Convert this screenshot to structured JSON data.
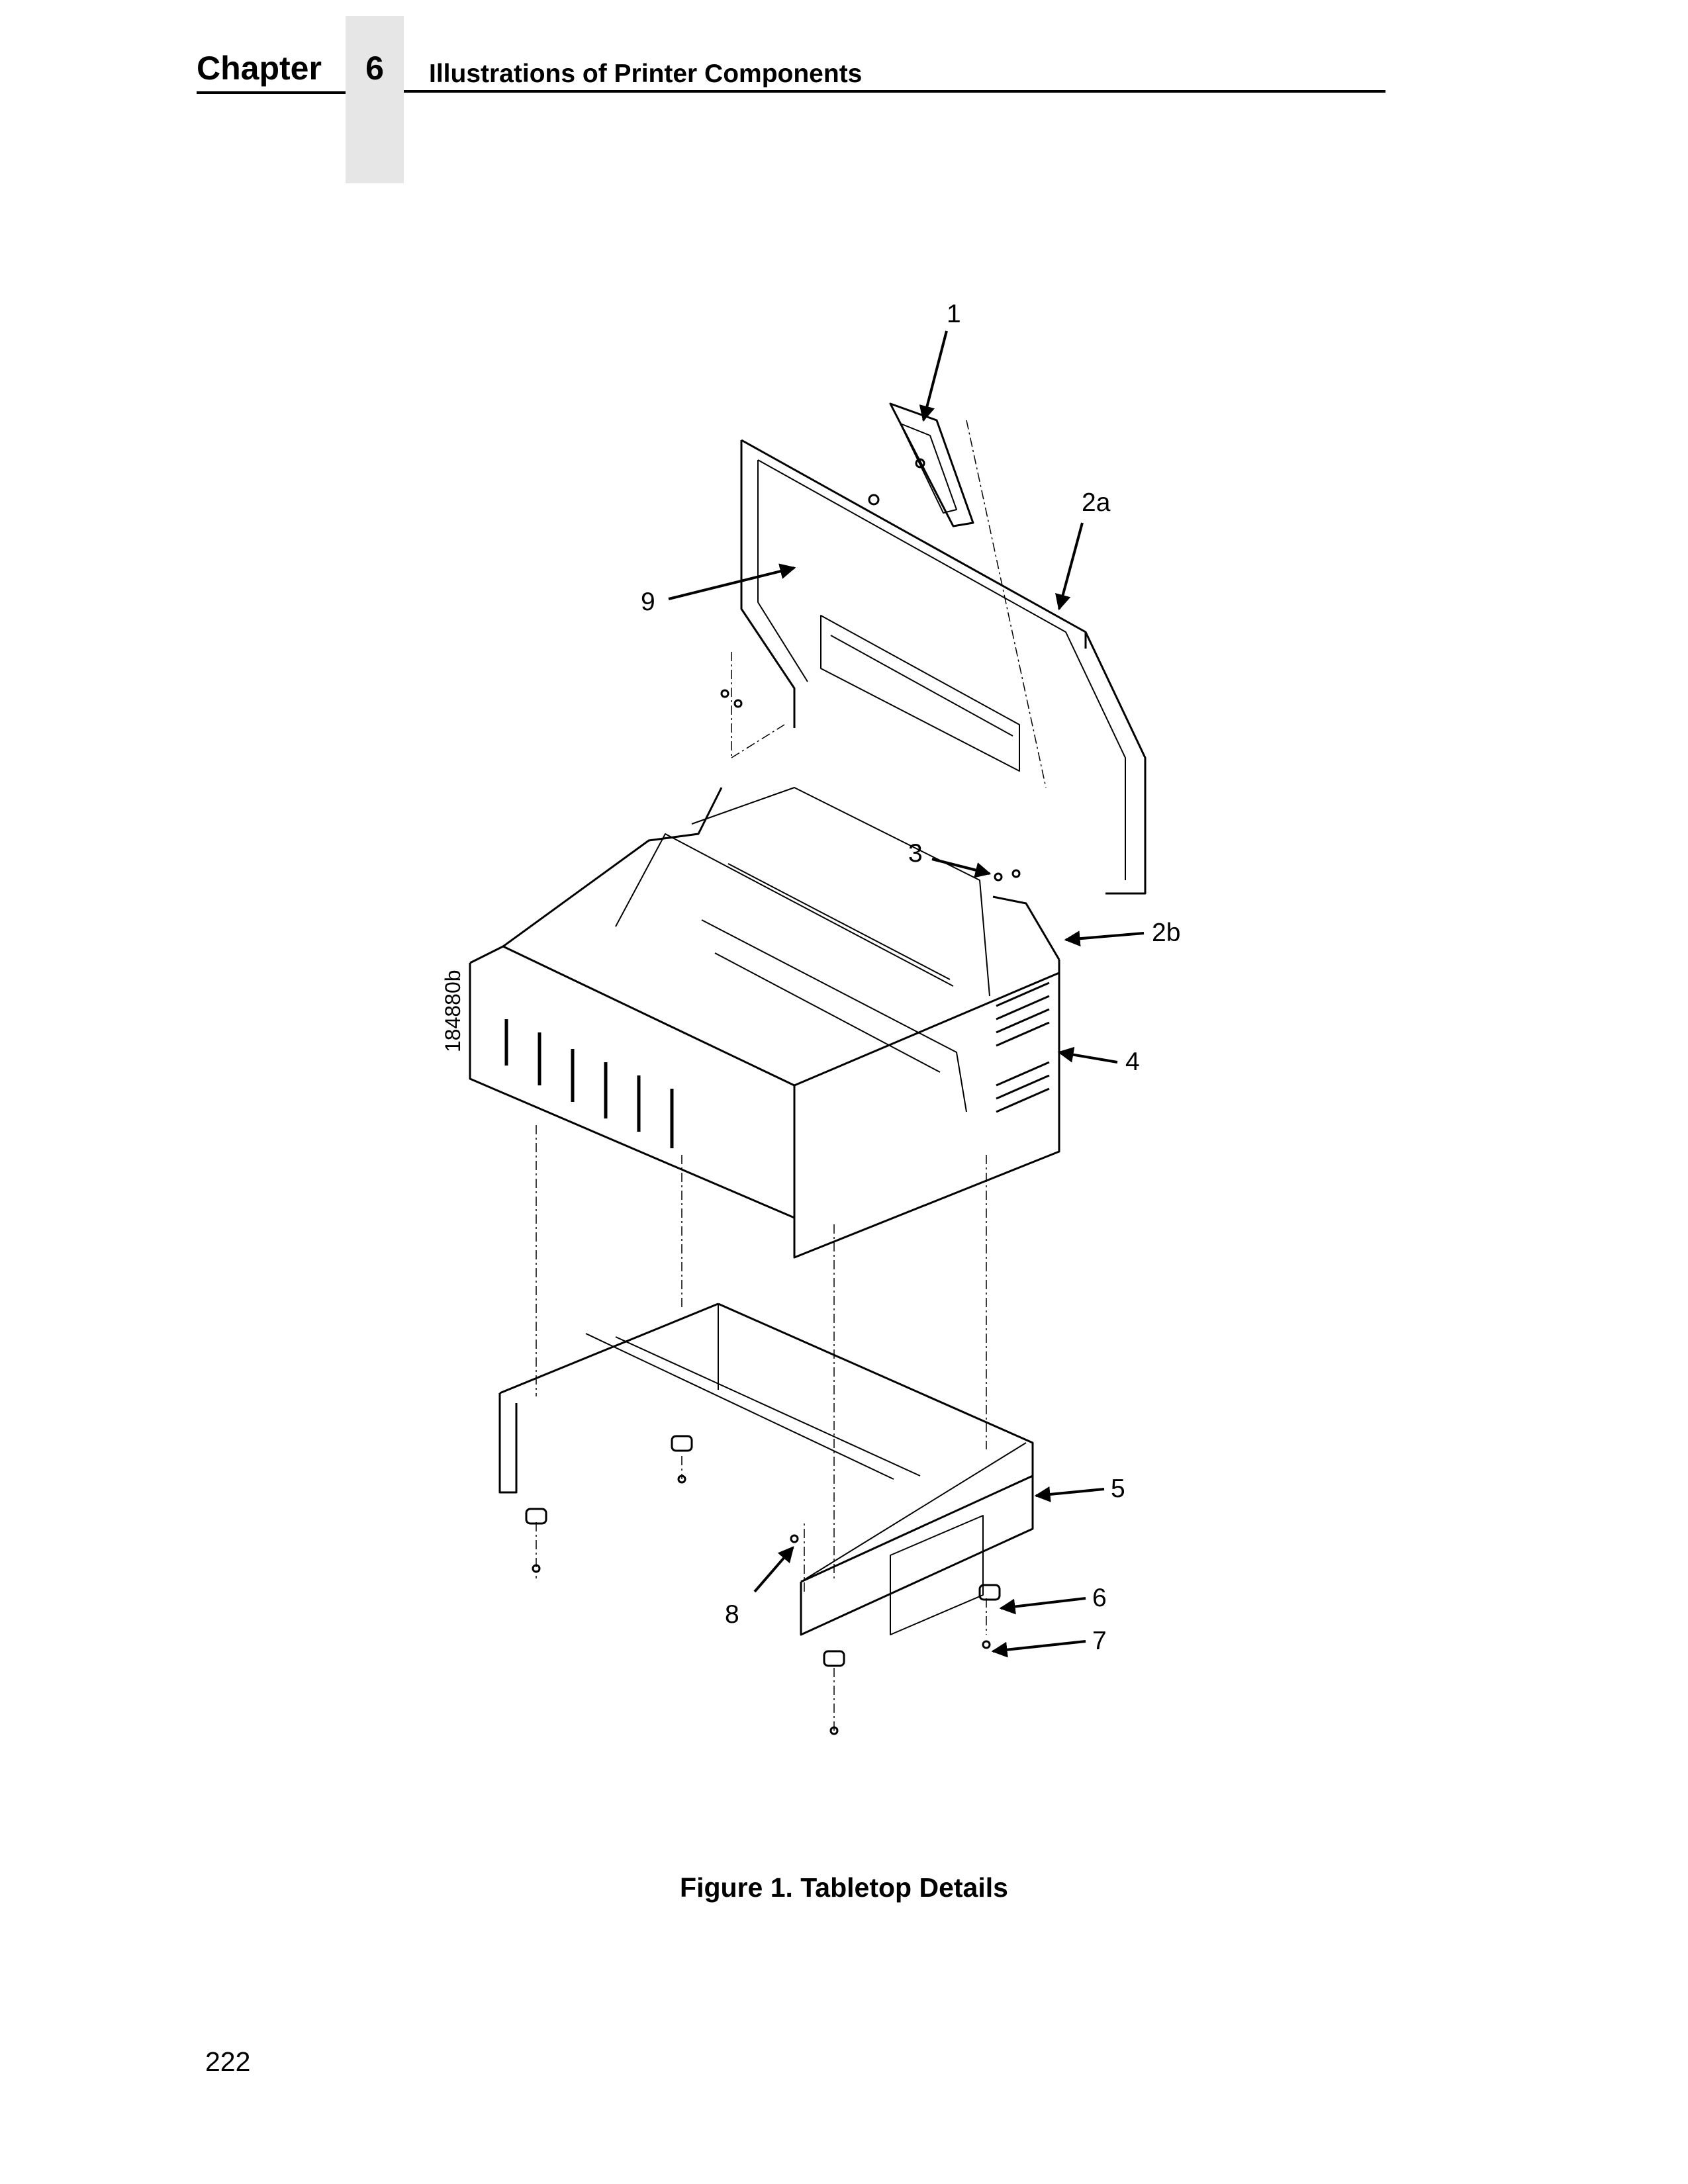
{
  "header": {
    "chapter_word": "Chapter",
    "chapter_number": "6",
    "chapter_title": "Illustrations of Printer Components"
  },
  "figure": {
    "part_code": "184880b",
    "callouts": [
      "1",
      "2a",
      "9",
      "3",
      "2b",
      "4",
      "5",
      "6",
      "7",
      "8"
    ],
    "caption": "Figure 1. Tabletop Details"
  },
  "footer": {
    "page_number": "222"
  }
}
